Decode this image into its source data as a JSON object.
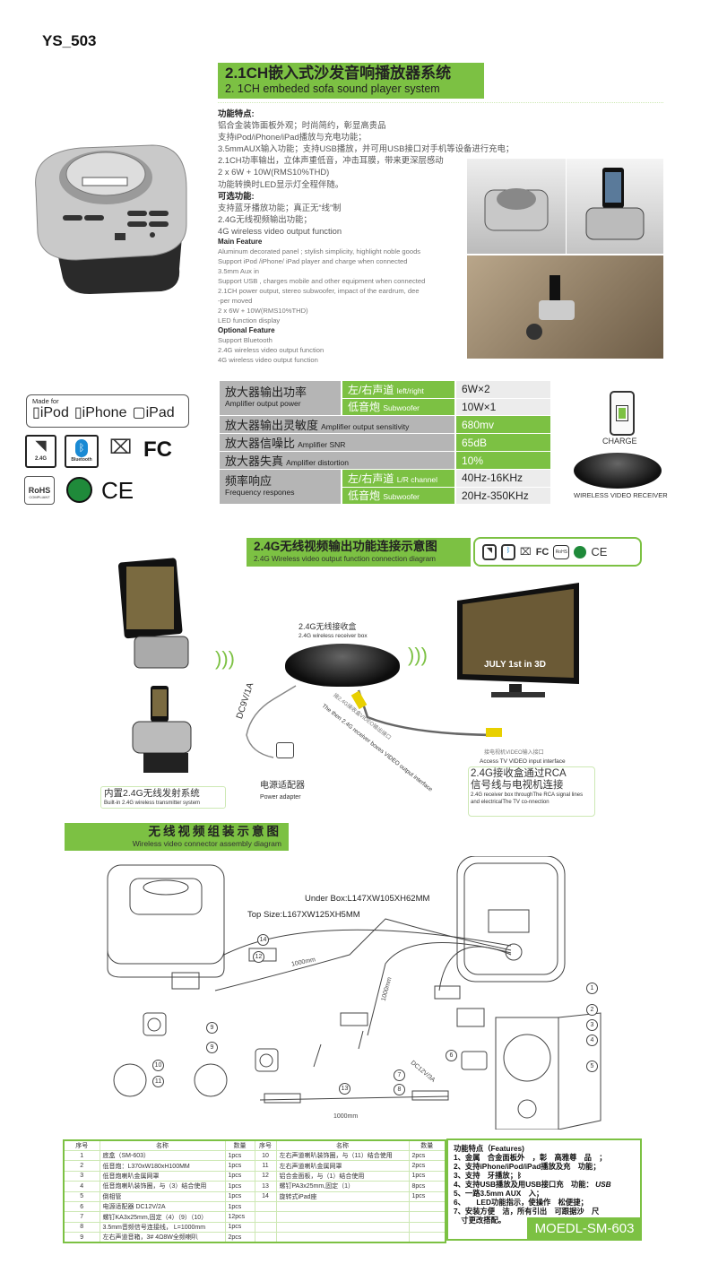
{
  "doc_id": "YS_503",
  "title": {
    "cn": "2.1CH嵌入式沙发音响播放器系统",
    "en": "2. 1CH embeded sofa sound player system"
  },
  "features": {
    "cn_heading": "功能特点:",
    "cn_items": [
      "铝合金装饰面板外观；时尚简约，彰显高贵品",
      "支持iPod/iPhone/iPad播放与充电功能；",
      "3.5mmAUX输入功能；支持USB播放，并可用USB接口对手机等设备进行充电；",
      "2.1CH功率输出，立体声重低音，冲击耳膜，带来更深层感动",
      "2 x 6W + 10W(RMS10%THD)",
      "功能转换时LED显示灯全程伴随。"
    ],
    "cn_opt_heading": "可选功能:",
    "cn_opt_items": [
      "支持蓝牙播放功能；真正无“线”制",
      "2.4G无线视频输出功能；",
      "4G wireless video output function"
    ],
    "en_heading": "Main Feature",
    "en_items": [
      "Aluminum decorated panel ; stylish simplicity, highlight noble goods",
      "Support iPod /iPhone/ iPad player and charge when connected",
      "3.5mm Aux in",
      "Support USB , charges mobile and other equipment when connected",
      "2.1CH power output, stereo subwoofer, impact of the eardrum, dee",
      "-per moved",
      "2 x 6W + 10W(RMS10%THD)",
      "LED function display"
    ],
    "en_opt_heading": "Optional Feature",
    "en_opt_items": [
      "Support Bluetooth",
      "2.4G wireless video output function",
      "4G wireless video output function"
    ]
  },
  "badges": {
    "made_for": "Made for",
    "ipod": "iPod",
    "iphone": "iPhone",
    "ipad": "iPad",
    "wifi": "2.4G",
    "bluetooth": "Bluetooth",
    "fc": "FC",
    "rohs": "RoHS",
    "rohs_sub": "COMPLIANT",
    "ce": "CE"
  },
  "spec": {
    "power_cn": "放大器输出功率",
    "power_en": "Amplifier output power",
    "lr_cn": "左/右声道",
    "lr_en": "left/right",
    "lr_val": "6W×2",
    "sub_cn": "低音炮",
    "sub_en": "Subwoofer",
    "sub_val": "10W×1",
    "sens_cn": "放大器输出灵敏度",
    "sens_en": "Amplifier output sensitivity",
    "sens_val": "680mv",
    "snr_cn": "放大器信噪比",
    "snr_en": "Amplifier SNR",
    "snr_val": "65dB",
    "dist_cn": "放大器失真",
    "dist_en": "Amplifier distortion",
    "dist_val": "10%",
    "freq_cn": "频率响应",
    "freq_en": "Frequency respones",
    "flr_cn": "左/右声道",
    "flr_en": "L/R channel",
    "flr_val": "40Hz-16KHz",
    "fsub_cn": "低音炮",
    "fsub_en": "Subwoofer",
    "fsub_val": "20Hz-350KHz"
  },
  "side": {
    "charge": "CHARGE",
    "receiver": "WIRELESS VIDEO RECEIVER"
  },
  "section2": {
    "cn": "2.4G无线视频输出功能连接示意图",
    "en": "2.4G Wireless video output function connection diagram",
    "rx_cn": "2.4G无线接收盒",
    "rx_en": "2.4G wireless receiver box",
    "tx_cn": "内置2.4G无线发射系统",
    "tx_en": "Built-in 2.4G wireless transmitter system",
    "dc": "DC9V/1A",
    "adapter_cn": "电源适配器",
    "adapter_en": "Power adapter",
    "video_out_cn": "接2.4G接收盒VIDEO输出接口",
    "video_out_en": "The then 2.4G receiver boxes VIDEO output interface",
    "tv_in_cn": "接电视机VIDEO输入接口",
    "tv_in_en": "Access TV VIDEO input interface",
    "rca_cn1": "2.4G接收盒通过RCA",
    "rca_cn2": "信号线与电视机连接",
    "rca_en": "2.4G receiver box throughThe RCA signal lines and electricalThe TV co-nnection",
    "tv_text": "JULY 1st in 3D"
  },
  "section3": {
    "cn": "无线视频组装示意图",
    "en": "Wireless video connector assembly diagram",
    "under_box": "Under Box:L147XW105XH62MM",
    "top_size": "Top Size:L167XW125XH5MM",
    "len1": "1000mm",
    "len2": "1000mm",
    "len3": "1000mm",
    "dc": "DC12V/3A",
    "callouts": [
      "1",
      "2",
      "3",
      "4",
      "5",
      "6",
      "7",
      "8",
      "9",
      "9",
      "10",
      "11",
      "12",
      "13",
      "14"
    ]
  },
  "parts": {
    "headers": [
      "序号",
      "名称",
      "数量",
      "序号",
      "名称",
      "数量"
    ],
    "left": [
      [
        "1",
        "底盒（SM-603）",
        "1pcs"
      ],
      [
        "2",
        "低音炮：L370xW180xH100MM",
        "1pcs"
      ],
      [
        "3",
        "低音炮喇叭金属网罩",
        "1pcs"
      ],
      [
        "4",
        "低音炮喇叭装饰圈，与（3）结合使用",
        "1pcs"
      ],
      [
        "5",
        "倒相管",
        "1pcs"
      ],
      [
        "6",
        "电源适配器 DC12V/2A",
        "1pcs"
      ],
      [
        "7",
        "螺钉KA3x25mm,固定（4）（9）（10）",
        "12pcs"
      ],
      [
        "8",
        "3.5mm音频信号连接线， L=1000mm",
        "1pcs"
      ],
      [
        "9",
        "左右声道音箱，3# 4Ω8W全频喇叭",
        "2pcs"
      ]
    ],
    "right": [
      [
        "10",
        "左右声道喇叭装饰圈，与（11）结合使用",
        "2pcs"
      ],
      [
        "11",
        "左右声道喇叭金属网罩",
        "2pcs"
      ],
      [
        "12",
        "铝合金面板，与（1）结合使用",
        "1pcs"
      ],
      [
        "13",
        "螺钉PA3x25mm,固定（1）",
        "8pcs"
      ],
      [
        "14",
        "旋转式iPad座",
        "1pcs"
      ]
    ]
  },
  "features_box": {
    "title": "功能特点（Features)",
    "items": [
      "1、金属　合金面板外　，彰　高雅尊　品　；",
      "2、支持iPhone/iPod/iPad播放及充　功能；",
      "3、支持　牙播放；",
      "4、支持USB播放及用USB接口充　功能：",
      "5、一路3.5mm AUX　入；",
      "6、　　LED功能指示，使操作　松便捷；",
      "7、安装方便　洁，所有引出　可跟据沙　尺",
      "　寸更改搭配。"
    ],
    "usb": "USB",
    "model": "MOEDL-SM-603"
  },
  "colors": {
    "accent": "#7cc143",
    "gray": "#b5b5b5"
  }
}
